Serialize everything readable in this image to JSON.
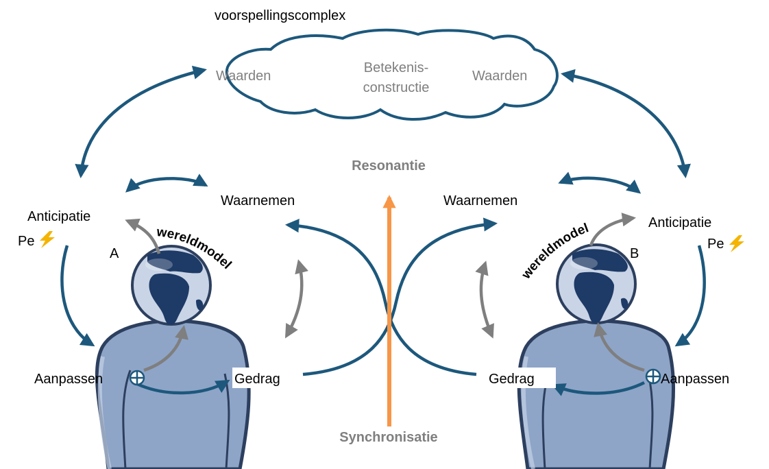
{
  "colors": {
    "arrow_dark": "#1d587c",
    "arrow_gray": "#7f7f7f",
    "arrow_orange": "#f79646",
    "person_body": "#8ea5c8",
    "person_outline": "#2d3f5e",
    "globe_ocean": "#c9d4e6",
    "globe_land": "#1e3a66",
    "text_main": "#000000",
    "text_cloud": "#7f7f7f",
    "bolt": "#f4b400"
  },
  "diagram": {
    "cloud_title": "voorspellingscomplex",
    "cloud_left": "Waarden",
    "cloud_center_line1": "Betekenis-",
    "cloud_center_line2": "constructie",
    "cloud_right": "Waarden",
    "resonance": "Resonantie",
    "synchronisation": "Synchronisatie",
    "person_a": {
      "letter": "A",
      "anticipation": "Anticipatie",
      "pe": "Pe",
      "perceive": "Waarnemen",
      "adapt": "Aanpassen",
      "behaviour": "Gedrag",
      "world_model": "wereldmodel"
    },
    "person_b": {
      "letter": "B",
      "anticipation": "Anticipatie",
      "pe": "Pe",
      "perceive": "Waarnemen",
      "adapt": "Aanpassen",
      "behaviour": "Gedrag",
      "world_model": "wereldmodel"
    }
  }
}
